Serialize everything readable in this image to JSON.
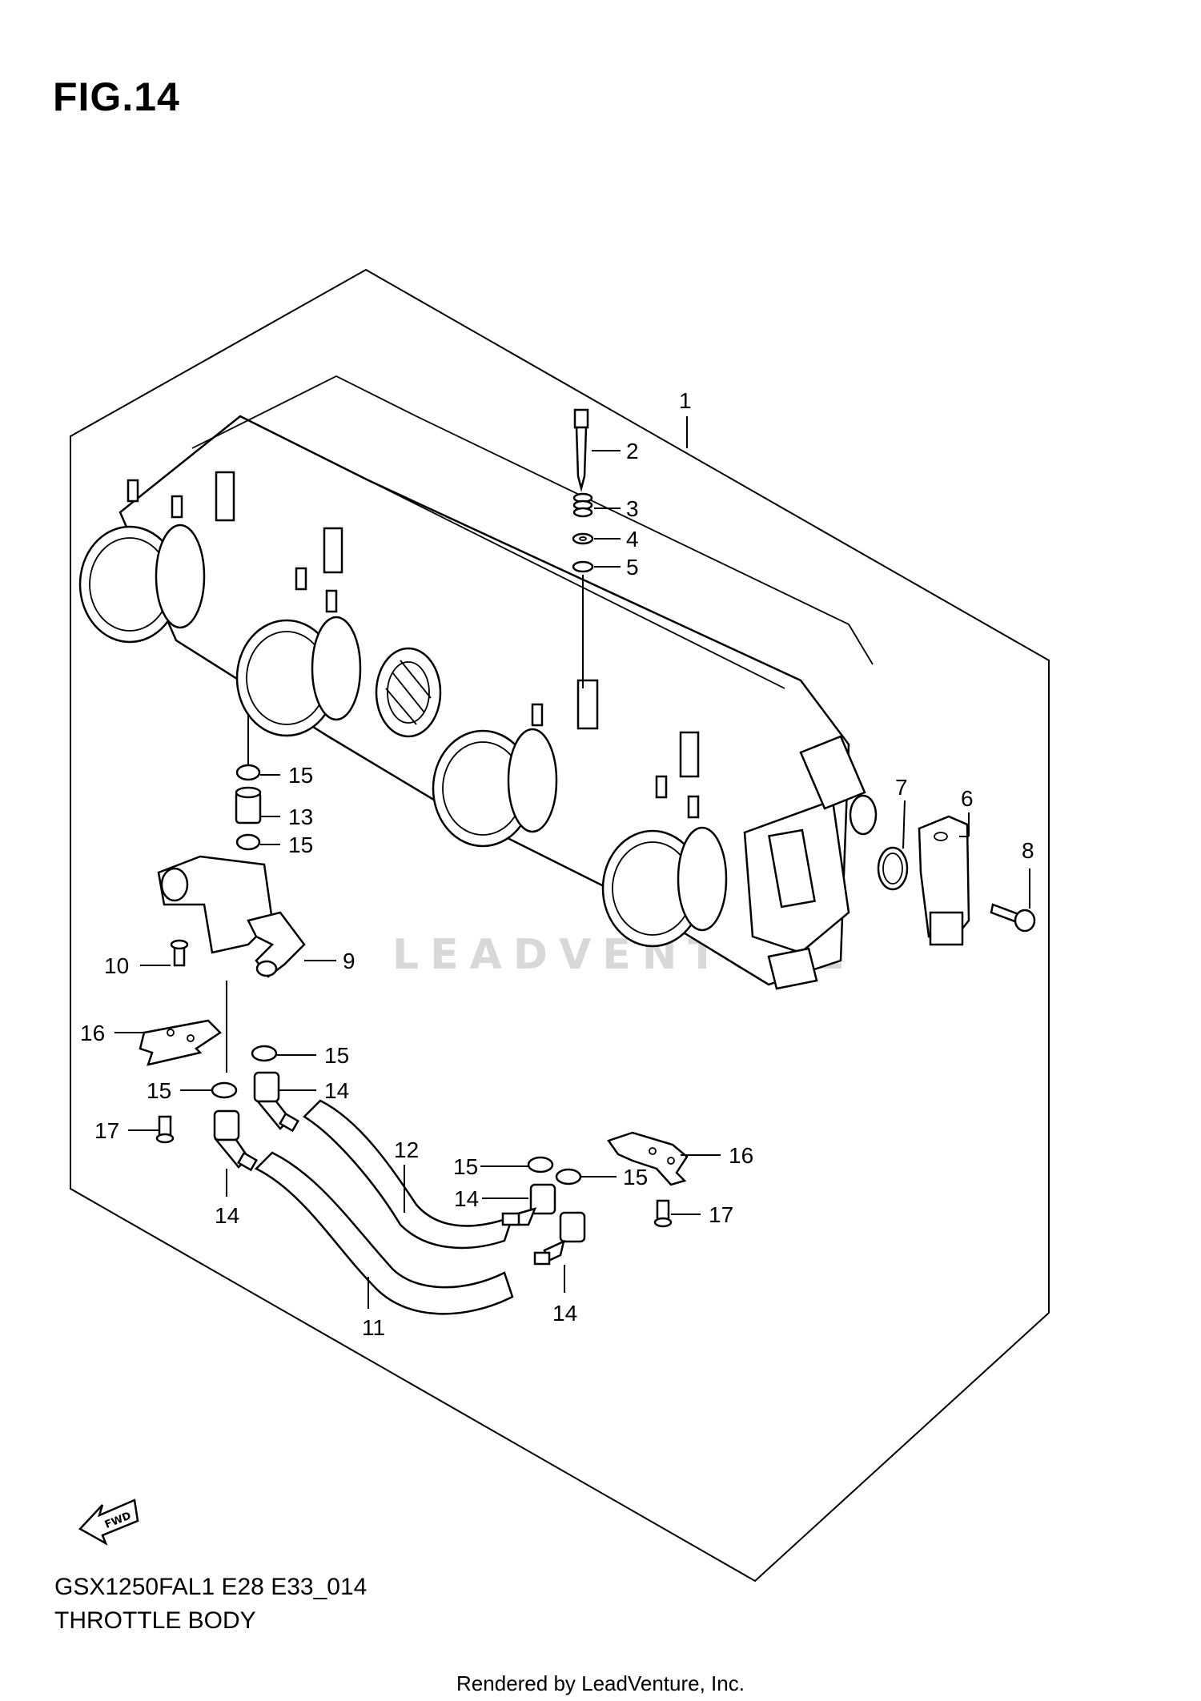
{
  "figure": {
    "title": "FIG.14"
  },
  "model_code": "GSX1250FAL1 E28 E33_014",
  "subtitle": "THROTTLE BODY",
  "watermark": "LEADVENTURE",
  "footer": "Rendered by LeadVenture, Inc.",
  "fwd_label": "FWD",
  "callouts": [
    {
      "id": "c1",
      "label": "1"
    },
    {
      "id": "c2",
      "label": "2"
    },
    {
      "id": "c3",
      "label": "3"
    },
    {
      "id": "c4",
      "label": "4"
    },
    {
      "id": "c5",
      "label": "5"
    },
    {
      "id": "c6",
      "label": "6"
    },
    {
      "id": "c7",
      "label": "7"
    },
    {
      "id": "c8",
      "label": "8"
    },
    {
      "id": "c9",
      "label": "9"
    },
    {
      "id": "c10",
      "label": "10"
    },
    {
      "id": "c11",
      "label": "11"
    },
    {
      "id": "c12",
      "label": "12"
    },
    {
      "id": "c13",
      "label": "13"
    },
    {
      "id": "c14a",
      "label": "14"
    },
    {
      "id": "c14b",
      "label": "14"
    },
    {
      "id": "c14c",
      "label": "14"
    },
    {
      "id": "c14d",
      "label": "14"
    },
    {
      "id": "c15a",
      "label": "15"
    },
    {
      "id": "c15b",
      "label": "15"
    },
    {
      "id": "c15c",
      "label": "15"
    },
    {
      "id": "c15d",
      "label": "15"
    },
    {
      "id": "c15e",
      "label": "15"
    },
    {
      "id": "c15f",
      "label": "15"
    },
    {
      "id": "c16a",
      "label": "16"
    },
    {
      "id": "c16b",
      "label": "16"
    },
    {
      "id": "c17a",
      "label": "17"
    },
    {
      "id": "c17b",
      "label": "17"
    }
  ]
}
